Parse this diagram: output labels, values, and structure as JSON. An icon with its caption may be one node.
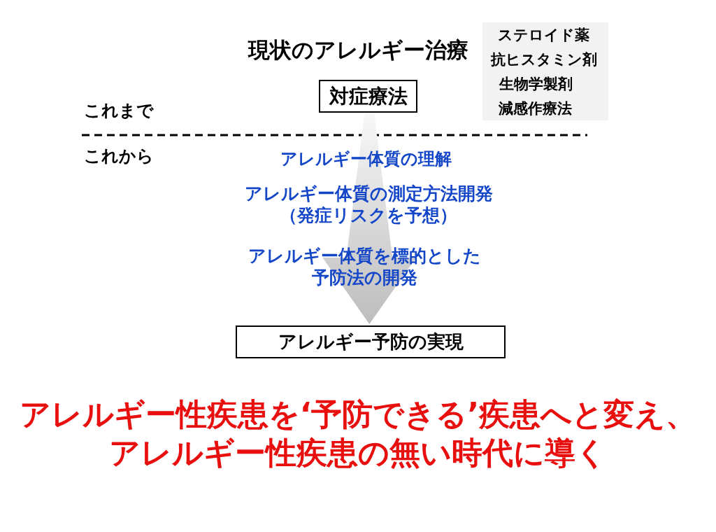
{
  "diagram": {
    "title": "現状のアレルギー治療",
    "nodes": [
      {
        "text": [
          "対症療法"
        ]
      },
      {
        "text": [
          "アレルギー予防の実現"
        ]
      },
      {
        "text": [
          "ステロイド薬",
          "抗ヒスタミン剤",
          "生物学製剤",
          "減感作療法"
        ]
      }
    ],
    "edges": [
      {
        "from": 0,
        "to": 1,
        "arrow": "to"
      }
    ],
    "labels": [
      "これまで",
      "これから",
      "アレルギー体質の理解",
      "アレルギー体質の測定方法開発（発症リスクを予想）",
      "アレルギー体質を標的とした予防法の開発"
    ],
    "caption": "アレルギー性疾患を‘予防できる’疾患へと変え、アレルギー性疾患の無い時代に導く"
  }
}
